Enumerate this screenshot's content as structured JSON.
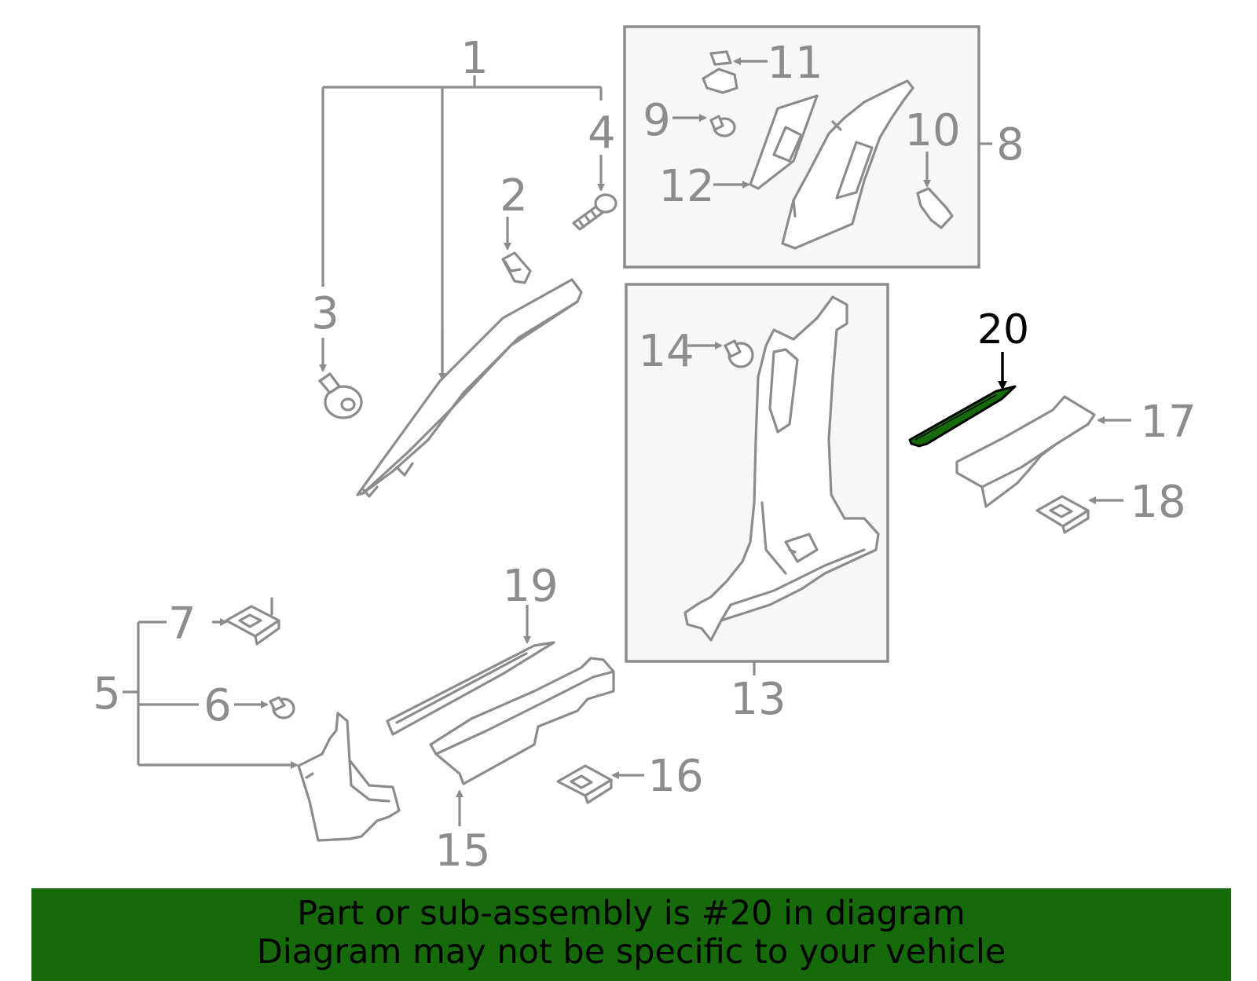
{
  "callouts": {
    "c1": "1",
    "c2": "2",
    "c3": "3",
    "c4": "4",
    "c5": "5",
    "c6": "6",
    "c7": "7",
    "c8": "8",
    "c9": "9",
    "c10": "10",
    "c11": "11",
    "c12": "12",
    "c13": "13",
    "c14": "14",
    "c15": "15",
    "c16": "16",
    "c17": "17",
    "c18": "18",
    "c19": "19",
    "c20": "20"
  },
  "highlight": {
    "part_number": "20",
    "color": "#176a0b"
  },
  "banner": {
    "line1": "Part or sub-assembly is #20 in diagram",
    "line2": "Diagram may not be specific to your vehicle",
    "background": "#176a0b"
  }
}
